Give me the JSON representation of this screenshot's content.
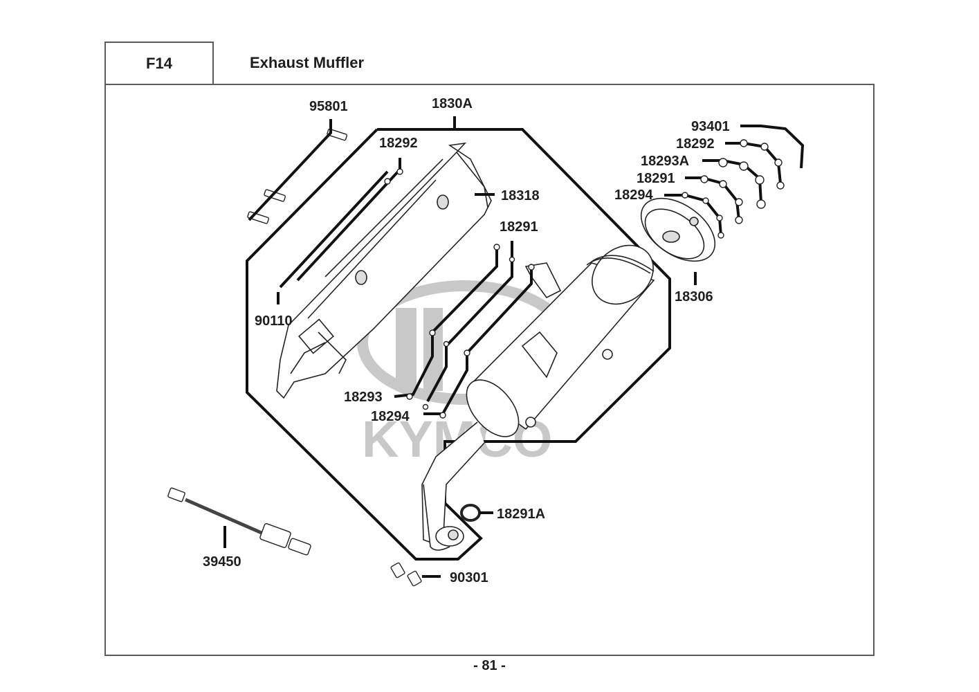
{
  "header": {
    "section_code": "F14",
    "section_title": "Exhaust Muffler"
  },
  "watermark": {
    "brand": "KYMCO",
    "color": "#c8c8c8"
  },
  "parts": {
    "p95801": "95801",
    "p1830A": "1830A",
    "p18292_shield": "18292",
    "p18318": "18318",
    "p18291_mid": "18291",
    "p90110": "90110",
    "p18293": "18293",
    "p18294_mid": "18294",
    "p93401": "93401",
    "p18292_cap": "18292",
    "p18293A": "18293A",
    "p18291_cap": "18291",
    "p18294_cap": "18294",
    "p18306": "18306",
    "p18291A": "18291A",
    "p39450": "39450",
    "p90301": "90301"
  },
  "footer": {
    "page_number": "- 81 -"
  }
}
